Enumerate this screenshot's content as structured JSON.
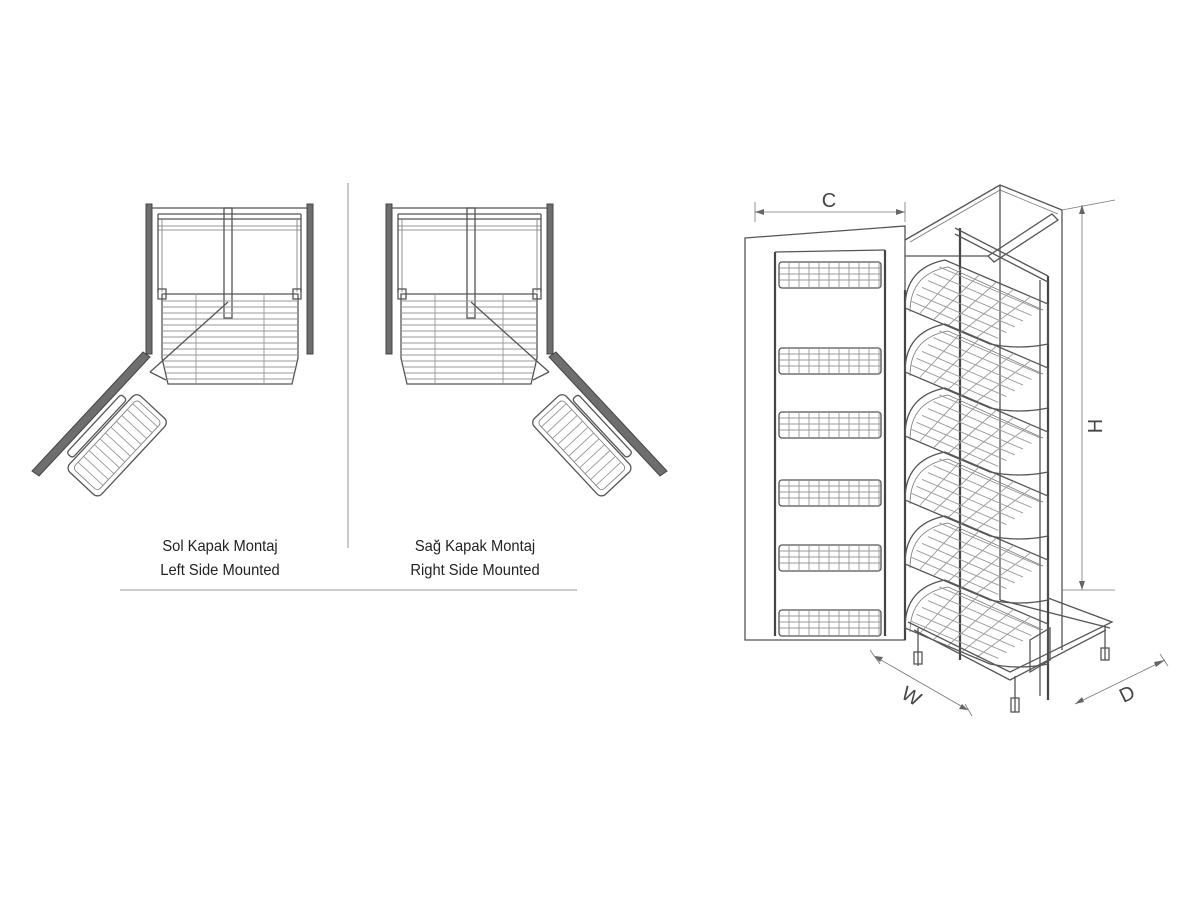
{
  "left_view": {
    "label_tr": "Sol Kapak Montaj",
    "label_en": "Left Side Mounted"
  },
  "right_view": {
    "label_tr": "Sağ Kapak Montaj",
    "label_en": "Right Side Mounted"
  },
  "dimensions": {
    "c": "C",
    "h": "H",
    "w": "W",
    "d": "D"
  },
  "colors": {
    "line": "#555555",
    "panel": "#6e6e6e",
    "background": "#ffffff"
  }
}
